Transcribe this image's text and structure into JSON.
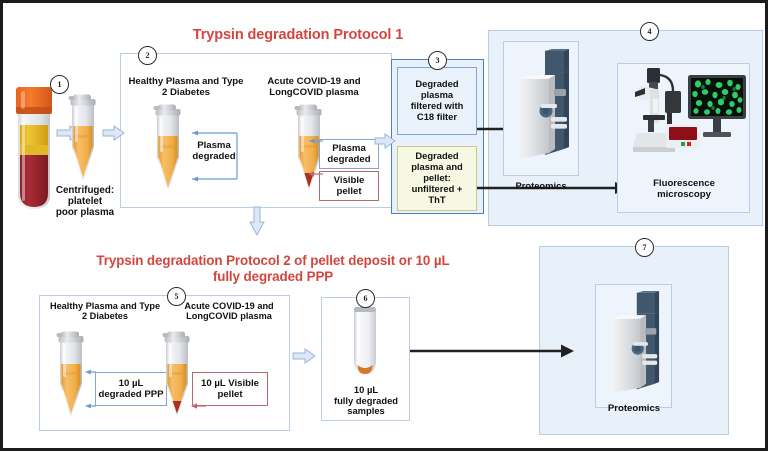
{
  "figure": {
    "protocol1_title": "Trypsin degradation Protocol 1",
    "protocol2_title": "Trypsin degradation Protocol 2 of pellet deposit or 10 µL fully degraded  PPP",
    "protocol2_title_line1": "Trypsin degradation Protocol 2 of pellet deposit or 10 µL",
    "protocol2_title_line2": "fully degraded  PPP",
    "title_color": "#d4453f",
    "panel_border_color": "#b9cde4",
    "panel_fill_color": "#e8f0fa"
  },
  "steps": {
    "s1": "1",
    "s2": "2",
    "s3": "3",
    "s4": "4",
    "s5": "5",
    "s6": "6",
    "s7": "7"
  },
  "step1": {
    "caption_line1": "Centrifuged:",
    "caption_line2": "platelet",
    "caption_line3": "poor plasma",
    "blood_tube_name": "blood-collection-tube",
    "plasma_tube_name": "centrifuged-plasma-tube"
  },
  "step2": {
    "left_label_line1": "Healthy Plasma and Type",
    "left_label_line2": "2 Diabetes",
    "right_label_line1": "Acute COVID-19 and",
    "right_label_line2": "LongCOVID plasma",
    "left_callout_line1": "Plasma",
    "left_callout_line2": "degraded",
    "right_callout_line1": "Plasma",
    "right_callout_line2": "degraded",
    "pellet_callout_line1": "Visible",
    "pellet_callout_line2": "pellet"
  },
  "step3": {
    "filtered_line1": "Degraded",
    "filtered_line2": "plasma",
    "filtered_line3": "filtered with",
    "filtered_line4": "C18 filter",
    "unfiltered_line1": "Degraded",
    "unfiltered_line2": "plasma and",
    "unfiltered_line3": "pellet:",
    "unfiltered_line4": "unfiltered +",
    "unfiltered_line5": "ThT"
  },
  "step4": {
    "proteomics_label": "Proteomics",
    "microscopy_line1": "Fluorescence",
    "microscopy_line2": "microscopy"
  },
  "step5": {
    "left_label_line1": "Healthy Plasma and Type",
    "left_label_line2": "2 Diabetes",
    "right_label_line1": "Acute COVID-19 and",
    "right_label_line2": "LongCOVID plasma",
    "left_callout_line1": "10 µL",
    "left_callout_line2": "degraded PPP",
    "right_callout_line1": "10 µL Visible",
    "right_callout_line2": "pellet"
  },
  "step6": {
    "caption_line1": "10 µL",
    "caption_line2": "fully degraded",
    "caption_line3": "samples"
  },
  "step7": {
    "proteomics_label": "Proteomics"
  }
}
